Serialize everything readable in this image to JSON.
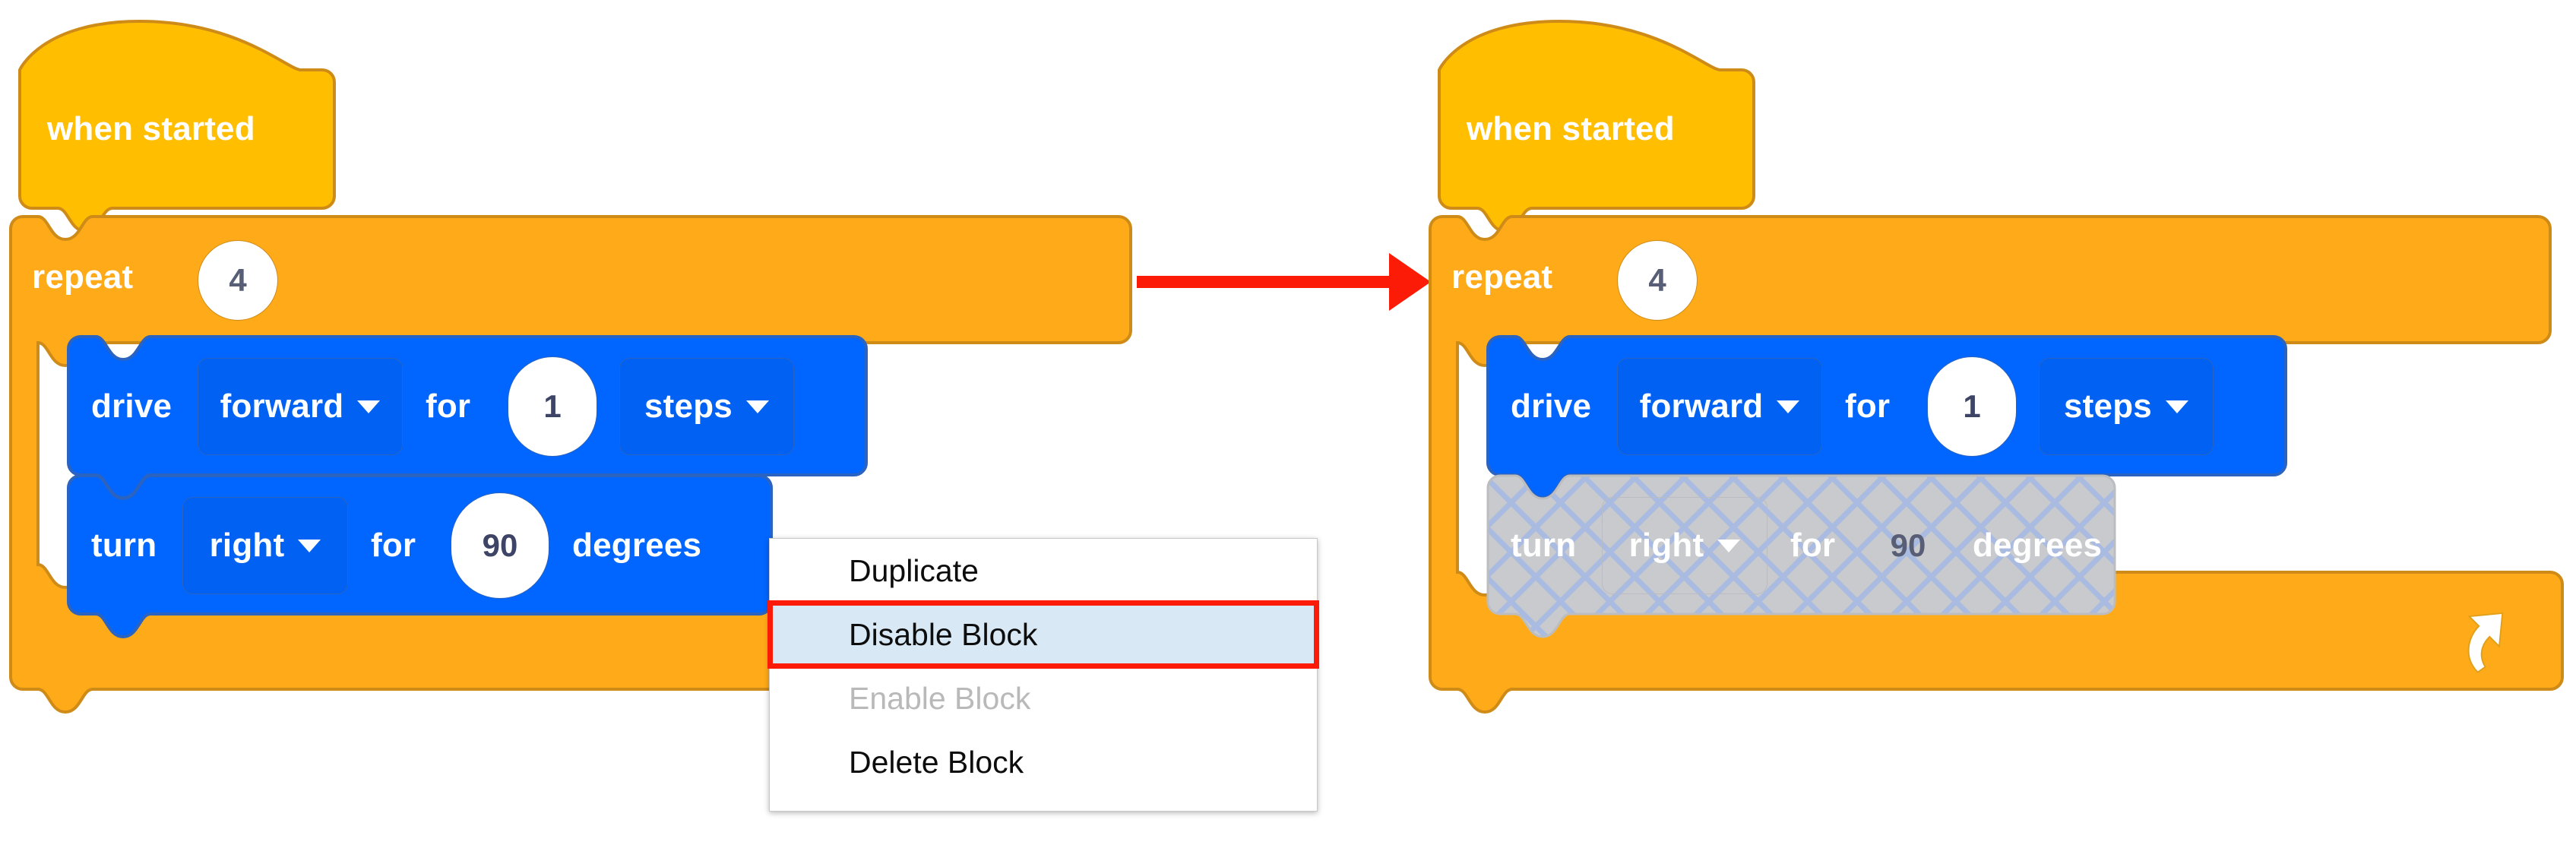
{
  "left_stack": {
    "hat": {
      "label": "when started",
      "color": "#FFBF00",
      "stroke": "#CF8B17"
    },
    "repeat": {
      "label": "repeat",
      "count": "4",
      "color": "#FFAB19",
      "stroke": "#CF8B17",
      "loop_icon": "loop-arrow-icon"
    },
    "drive": {
      "verb": "drive",
      "direction": "forward",
      "connector": "for",
      "amount": "1",
      "unit": "steps",
      "color": "#0066FF",
      "stroke": "#2A63C0",
      "direction_caret": "chevron-down-icon",
      "unit_caret": "chevron-down-icon"
    },
    "turn": {
      "verb": "turn",
      "direction": "right",
      "connector": "for",
      "amount": "90",
      "unit": "degrees",
      "color": "#0066FF",
      "stroke": "#2A63C0",
      "direction_caret": "chevron-down-icon"
    }
  },
  "context_menu": {
    "items": [
      {
        "label": "Duplicate",
        "state": "normal"
      },
      {
        "label": "Disable Block",
        "state": "highlighted"
      },
      {
        "label": "Enable Block",
        "state": "disabled"
      },
      {
        "label": "Delete Block",
        "state": "normal"
      }
    ],
    "highlight_bg": "#D8E8F4",
    "highlight_border": "#FB1B07",
    "disabled_color": "#B9B9B9"
  },
  "arrow": {
    "name": "red-right-arrow",
    "color": "#FB1B07"
  },
  "right_stack": {
    "hat": {
      "label": "when started",
      "color": "#FFBF00",
      "stroke": "#CF8B17"
    },
    "repeat": {
      "label": "repeat",
      "count": "4",
      "color": "#FFAB19",
      "stroke": "#CF8B17",
      "loop_icon": "loop-arrow-icon"
    },
    "drive": {
      "verb": "drive",
      "direction": "forward",
      "connector": "for",
      "amount": "1",
      "unit": "steps",
      "color": "#0066FF",
      "stroke": "#2A63C0",
      "direction_caret": "chevron-down-icon",
      "unit_caret": "chevron-down-icon"
    },
    "turn_disabled": {
      "verb": "turn",
      "direction": "right",
      "connector": "for",
      "amount": "90",
      "unit": "degrees",
      "state": "disabled",
      "fill": "#C9CACD",
      "hatch_color": "#A9BBE0",
      "direction_caret": "chevron-down-icon"
    }
  }
}
